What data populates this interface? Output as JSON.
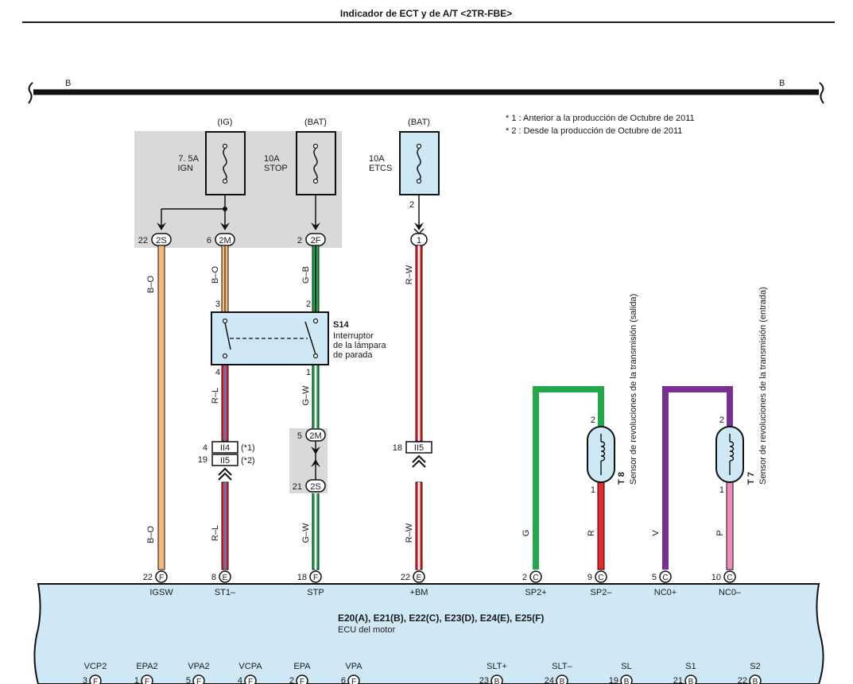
{
  "title": "Indicador de ECT y de A/T <2TR-FBE>",
  "bus": {
    "left_label": "B",
    "right_label": "B"
  },
  "notes": [
    "* 1 : Anterior a la producción de Octubre de 2011",
    "* 2 : Desde la producción de Octubre de 2011"
  ],
  "fuses": {
    "ign": {
      "source": "(IG)",
      "rating": "7. 5A",
      "name": "IGN"
    },
    "stop": {
      "source": "(BAT)",
      "rating": "10A",
      "name": "STOP"
    },
    "etcs": {
      "source": "(BAT)",
      "rating": "10A",
      "name": "ETCS",
      "pin": "2"
    }
  },
  "connectors": {
    "c2s": {
      "pin": "22",
      "id": "2S"
    },
    "c2m": {
      "pin": "6",
      "id": "2M"
    },
    "c2f": {
      "pin": "2",
      "id": "2F"
    },
    "c1": {
      "id": "1"
    },
    "j2m": {
      "pin": "5",
      "id": "2M"
    },
    "j2s": {
      "pin": "21",
      "id": "2S"
    },
    "ii4": {
      "pin": "4",
      "id": "II4",
      "note": "(*1)"
    },
    "ii5a": {
      "pin": "19",
      "id": "II5",
      "note": "(*2)"
    },
    "ii5b": {
      "pin": "18",
      "id": "II5"
    }
  },
  "wires": {
    "bo_top": "B–O",
    "bo2_top": "B–O",
    "gb": "G–B",
    "rw_top": "R–W",
    "rl": "R–L",
    "gw": "G–W",
    "bo_bot": "B–O",
    "rl_bot": "R–L",
    "gw_bot": "G–W",
    "rw_bot": "R–W",
    "g": "G",
    "r": "R",
    "v": "V",
    "p": "P"
  },
  "switch": {
    "code": "S14",
    "line1": "Interruptor",
    "line2": "de la lámpara",
    "line3": "de parada",
    "pin3": "3",
    "pin2": "2",
    "pin4": "4",
    "pin1": "1"
  },
  "sensors": {
    "t8": {
      "code": "T 8",
      "label": "Sensor de revoluciones de la transmisión (salida)",
      "pin2": "2",
      "pin1": "1"
    },
    "t7": {
      "code": "T 7",
      "label": "Sensor de revoluciones de la transmisión (entrada)",
      "pin2": "2",
      "pin1": "1"
    }
  },
  "ecu": {
    "connectors": "E20(A), E21(B), E22(C), E23(D), E24(E), E25(F)",
    "name": "ECU del motor",
    "top_terminals": [
      {
        "pin": "22",
        "conn": "F",
        "label": "IGSW"
      },
      {
        "pin": "8",
        "conn": "E",
        "label": "ST1–"
      },
      {
        "pin": "18",
        "conn": "F",
        "label": "STP"
      },
      {
        "pin": "22",
        "conn": "E",
        "label": "+BM"
      },
      {
        "pin": "2",
        "conn": "C",
        "label": "SP2+"
      },
      {
        "pin": "9",
        "conn": "C",
        "label": "SP2–"
      },
      {
        "pin": "5",
        "conn": "C",
        "label": "NC0+"
      },
      {
        "pin": "10",
        "conn": "C",
        "label": "NC0–"
      }
    ],
    "bottom_terminals": [
      {
        "pin": "3",
        "conn": "F",
        "label": "VCP2"
      },
      {
        "pin": "1",
        "conn": "F",
        "label": "EPA2"
      },
      {
        "pin": "5",
        "conn": "F",
        "label": "VPA2"
      },
      {
        "pin": "4",
        "conn": "F",
        "label": "VCPA"
      },
      {
        "pin": "2",
        "conn": "F",
        "label": "EPA"
      },
      {
        "pin": "6",
        "conn": "F",
        "label": "VPA"
      },
      {
        "pin": "23",
        "conn": "B",
        "label": "SLT+"
      },
      {
        "pin": "24",
        "conn": "B",
        "label": "SLT–"
      },
      {
        "pin": "19",
        "conn": "B",
        "label": "SL"
      },
      {
        "pin": "21",
        "conn": "B",
        "label": "S1"
      },
      {
        "pin": "22",
        "conn": "B",
        "label": "S2"
      }
    ]
  },
  "colors": {
    "ecu_fill": "#cfe8f6",
    "wire_orange": "#f5b97a",
    "wire_green": "#22a84a",
    "wire_red": "#e8262b",
    "wire_blue": "#4a7fd0",
    "wire_violet": "#7a2f93",
    "wire_pink": "#f08cbc",
    "shade": "#d9d9d9"
  }
}
